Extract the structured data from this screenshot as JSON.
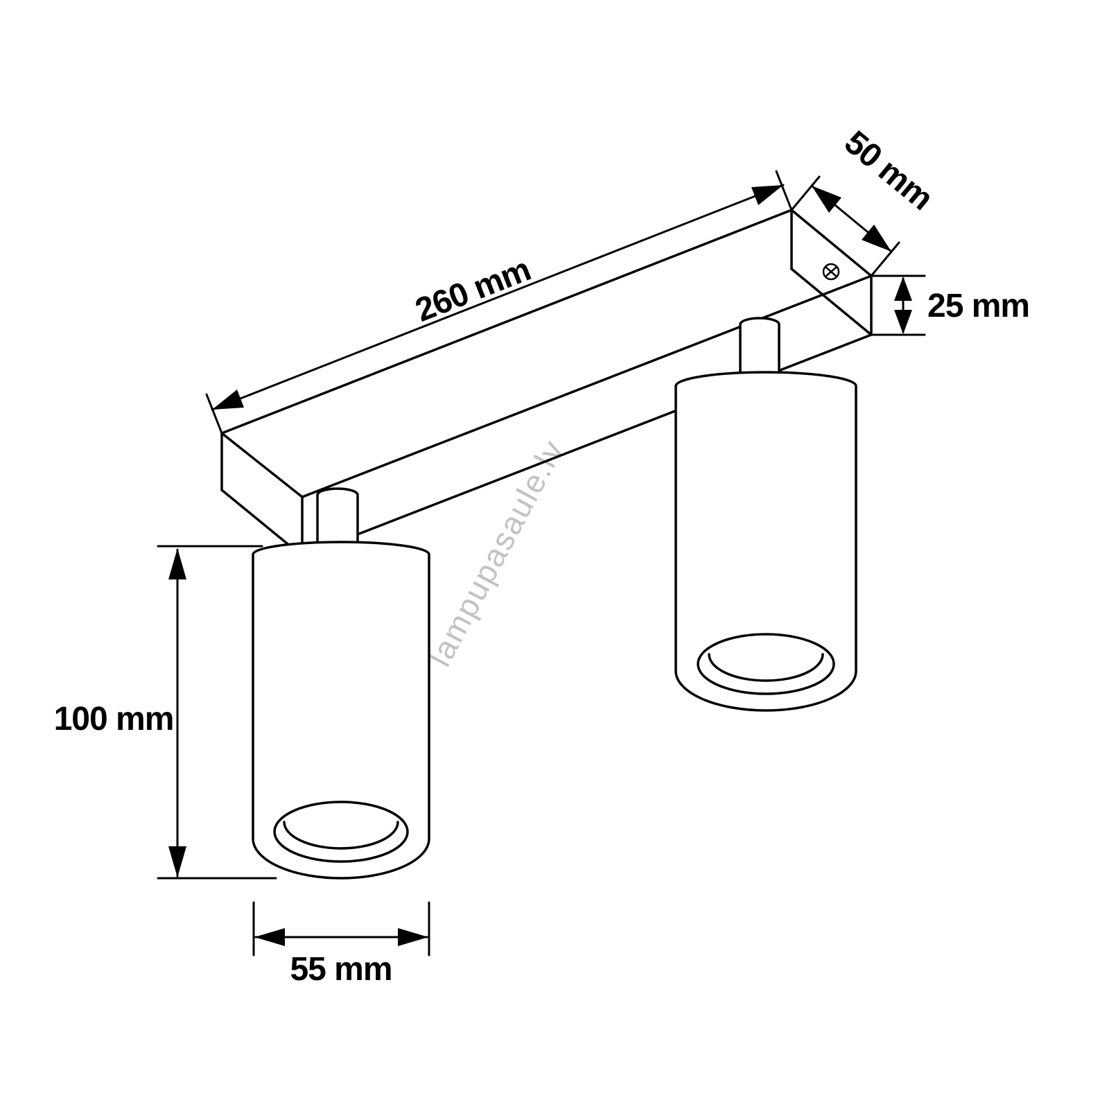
{
  "watermark": {
    "text": "lampupasaule.lv"
  },
  "dimensions": {
    "bar_length": {
      "label": "260 mm"
    },
    "bar_width": {
      "label": "50 mm"
    },
    "bar_height": {
      "label": "25 mm"
    },
    "spot_height": {
      "label": "100 mm"
    },
    "spot_diameter": {
      "label": "55 mm"
    }
  },
  "colors": {
    "line": "#000000",
    "background": "#ffffff",
    "watermark": "#b4b4b4"
  }
}
